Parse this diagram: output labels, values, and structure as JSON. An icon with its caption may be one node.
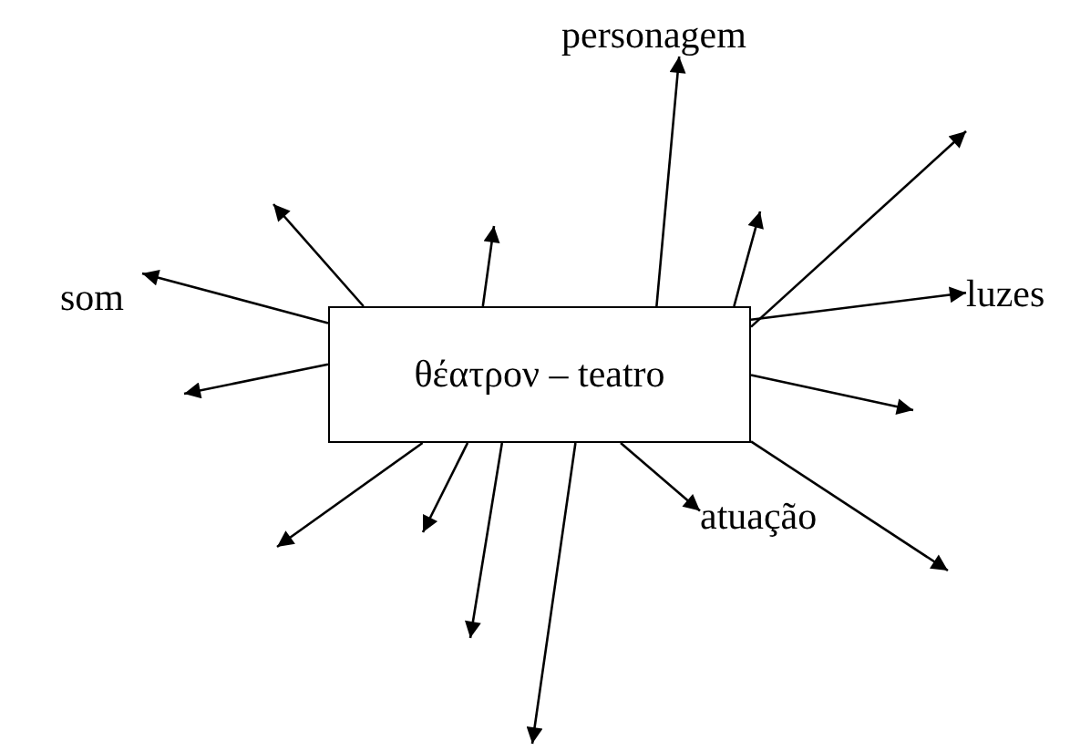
{
  "diagram": {
    "nodes": [
      {
        "text": [
          "θέατρον – teatro"
        ]
      },
      {
        "text": [
          "personagem"
        ]
      },
      {
        "text": [
          "som"
        ]
      },
      {
        "text": [
          "luzes"
        ]
      },
      {
        "text": [
          "atuação"
        ]
      }
    ],
    "edges": [
      {
        "from": 0,
        "to": null,
        "arrow": "to"
      },
      {
        "from": 0,
        "to": null,
        "arrow": "to"
      },
      {
        "from": 0,
        "to": 1,
        "arrow": "to"
      },
      {
        "from": 0,
        "to": null,
        "arrow": "to"
      },
      {
        "from": 0,
        "to": null,
        "arrow": "to"
      },
      {
        "from": 0,
        "to": 2,
        "arrow": "to"
      },
      {
        "from": 0,
        "to": 3,
        "arrow": "to"
      },
      {
        "from": 0,
        "to": null,
        "arrow": "to"
      },
      {
        "from": 0,
        "to": null,
        "arrow": "to"
      },
      {
        "from": 0,
        "to": null,
        "arrow": "to"
      },
      {
        "from": 0,
        "to": null,
        "arrow": "to"
      },
      {
        "from": 0,
        "to": null,
        "arrow": "to"
      },
      {
        "from": 0,
        "to": null,
        "arrow": "to"
      },
      {
        "from": 0,
        "to": 4,
        "arrow": "to"
      },
      {
        "from": 0,
        "to": null,
        "arrow": "to"
      }
    ]
  }
}
